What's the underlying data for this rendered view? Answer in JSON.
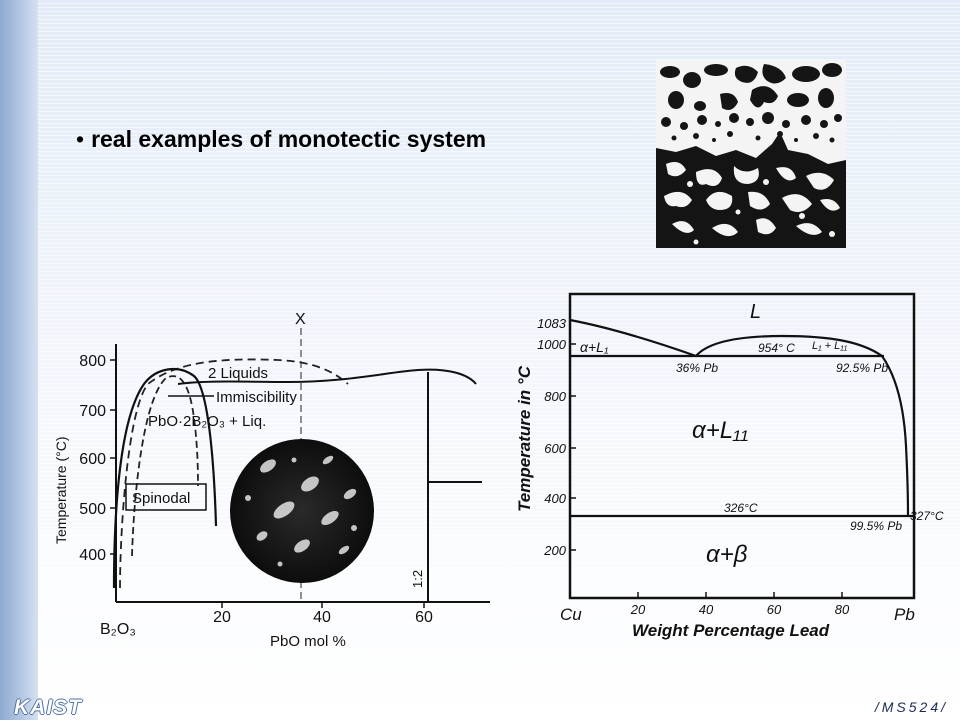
{
  "slide": {
    "bullet": "•",
    "title": "real examples of monotectic system",
    "footer_logo": "KAIST",
    "footer_code": "/MS524/"
  },
  "left_diagram": {
    "x_marker": "X",
    "y_axis_label": "Temperature (°C)",
    "y_ticks": [
      "800",
      "700",
      "600",
      "500",
      "400"
    ],
    "x_ticks": [
      "20",
      "40",
      "60"
    ],
    "x_axis_label": "PbO mol %",
    "left_component": "B₂O₃",
    "label_2_liquids": "2 Liquids",
    "label_immiscibility": "Immiscibility",
    "label_phase": "PbO·2B₂O₃ + Liq.",
    "label_spinodal": "Spinodal",
    "label_ratio": "1:2"
  },
  "right_diagram": {
    "region_L": "L",
    "region_alpha_L1": "α+L₁",
    "region_L1_L2": "L₁ + L₁₁",
    "region_alpha_L2": "α+L₁₁",
    "region_alpha_beta": "α+β",
    "y_axis_label": "Temperature in °C",
    "y_ticks": [
      "1083",
      "1000",
      "800",
      "600",
      "400",
      "200"
    ],
    "x_ticks": [
      "20",
      "40",
      "60",
      "80"
    ],
    "x_left": "Cu",
    "x_right": "Pb",
    "x_axis_label": "Weight Percentage Lead",
    "label_954": "954° C",
    "label_36pb": "36% Pb",
    "label_925pb": "92.5% Pb",
    "label_326": "326°C",
    "label_995pb": "99.5% Pb",
    "label_327": "327°C"
  }
}
